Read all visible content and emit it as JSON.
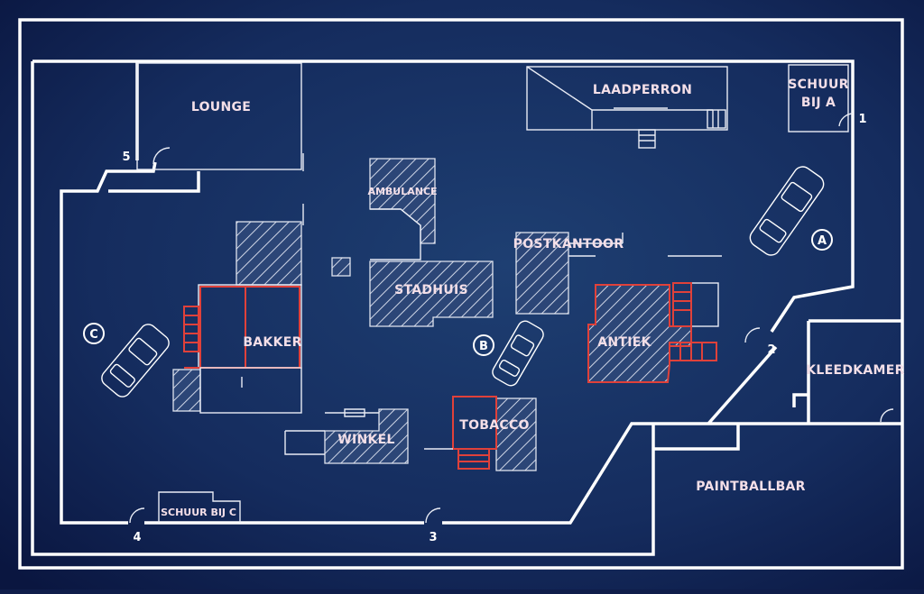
{
  "map": {
    "labels": {
      "lounge": "LOUNGE",
      "laadperron": "LAADPERRON",
      "schuur_a_line1": "SCHUUR",
      "schuur_a_line2": "BIJ A",
      "ambulance": "AMBULANCE",
      "postkantoor": "POSTKANTOOR",
      "stadhuis": "STADHUIS",
      "bakker": "BAKKER",
      "antiek": "ANTIEK",
      "kleedkamer": "KLEEDKAMER",
      "winkel": "WINKEL",
      "tobacco": "TOBACCO",
      "paintballbar": "PAINTBALLBAR",
      "schuur_c": "SCHUUR BIJ C"
    },
    "entrances": [
      "1",
      "2",
      "3",
      "4",
      "5"
    ],
    "markers": [
      "A",
      "B",
      "C"
    ],
    "colors": {
      "background": "#0f1d4a",
      "wall": "#ffffff",
      "label": "#f4dfe8",
      "accent_red": "#e0413a"
    }
  }
}
